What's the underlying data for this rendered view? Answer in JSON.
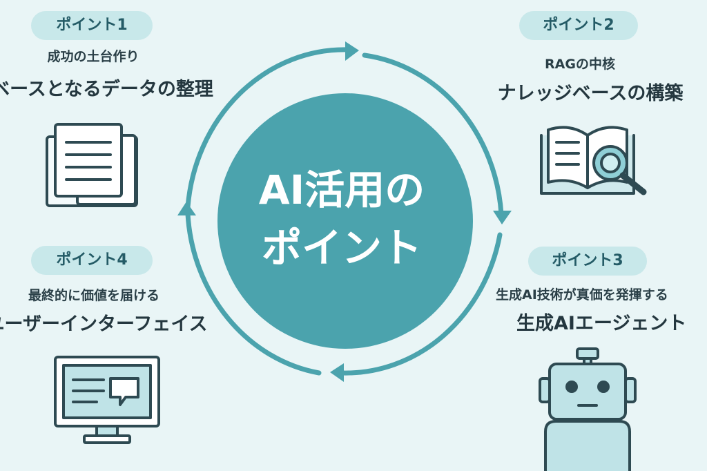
{
  "center": {
    "line1": "AI活用の",
    "line2": "ポイント"
  },
  "points": [
    {
      "badge": "ポイント1",
      "subtitle": "成功の土台作り",
      "title": "ベースとなるデータの整理",
      "icon": "documents-icon"
    },
    {
      "badge": "ポイント2",
      "subtitle": "RAGの中核",
      "title": "ナレッジベースの構築",
      "icon": "book-search-icon"
    },
    {
      "badge": "ポイント3",
      "subtitle": "生成AI技術が真価を発揮する",
      "title": "生成AIエージェント",
      "icon": "robot-icon"
    },
    {
      "badge": "ポイント4",
      "subtitle": "最終的に価値を届ける",
      "title": "ユーザーインターフェイス",
      "icon": "monitor-chat-icon"
    }
  ],
  "colors": {
    "background": "#e9f5f6",
    "accent": "#4ba3ad",
    "badge": "#c8e8ea",
    "icon_stroke": "#2e4a52"
  }
}
